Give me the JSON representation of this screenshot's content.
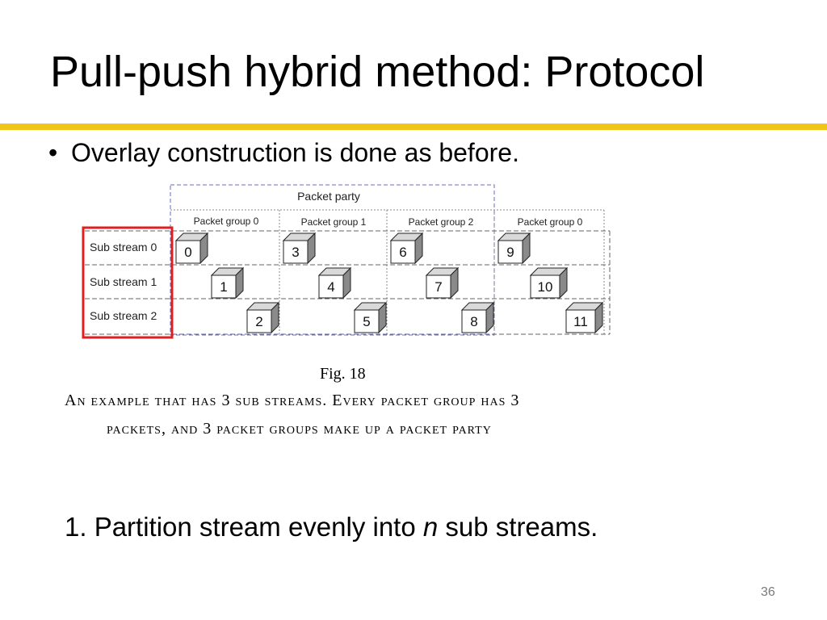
{
  "slide": {
    "title": "Pull-push hybrid method: Protocol",
    "bullet": "Overlay construction is done as before.",
    "step_prefix": "1. Partition stream evenly into ",
    "step_var": "n",
    "step_suffix": " sub streams.",
    "page_number": "36",
    "accent_color": "#f0c419",
    "highlight_color": "#e02020"
  },
  "figure": {
    "party_label": "Packet party",
    "groups": [
      "Packet group 0",
      "Packet group 1",
      "Packet group 2",
      "Packet group 0"
    ],
    "streams": [
      "Sub stream 0",
      "Sub stream 1",
      "Sub stream 2"
    ],
    "packets": [
      "0",
      "1",
      "2",
      "3",
      "4",
      "5",
      "6",
      "7",
      "8",
      "9",
      "10",
      "11"
    ],
    "fig_label": "Fig. 18",
    "caption_line1": "An example that has 3 sub streams. Every packet group has 3",
    "caption_line2": "packets, and 3 packet groups make up a packet party"
  }
}
